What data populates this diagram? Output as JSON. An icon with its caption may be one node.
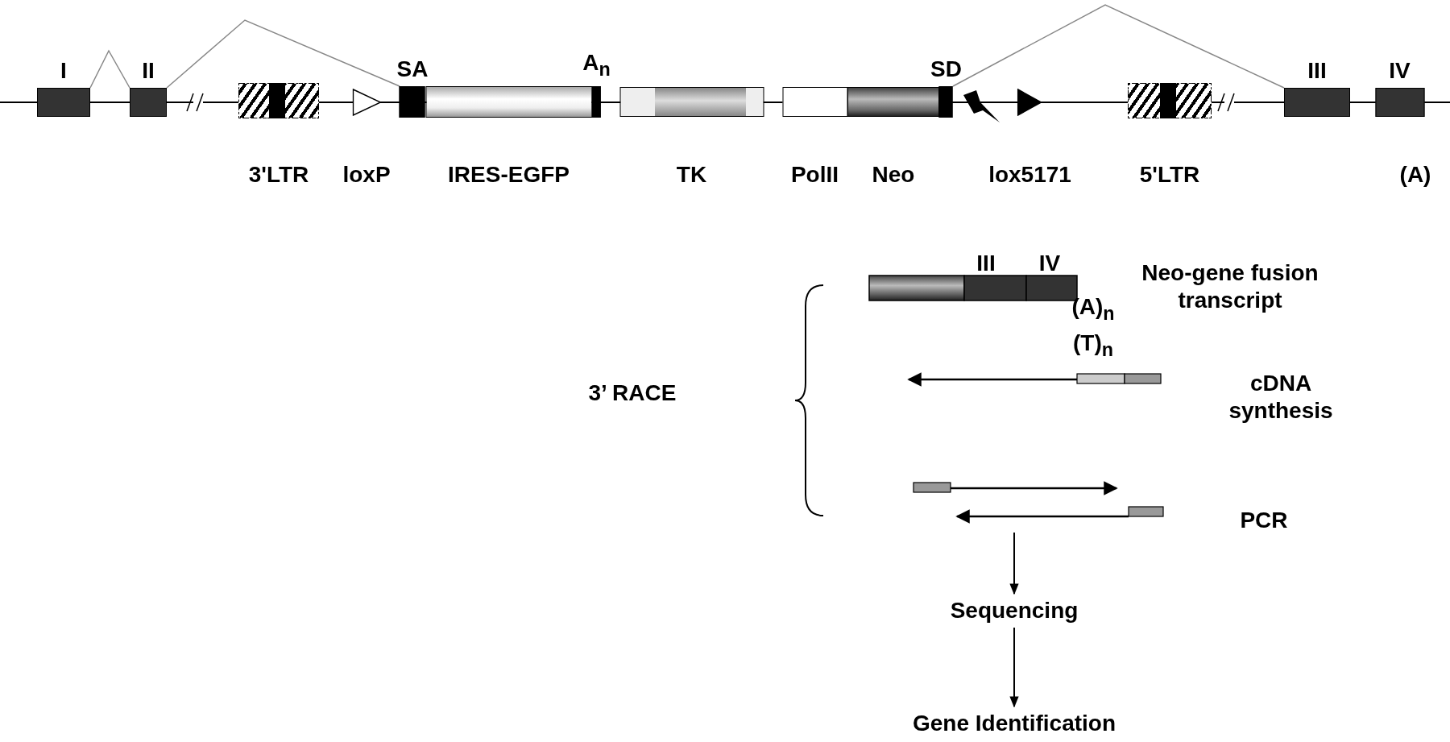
{
  "diagram": {
    "nodes": [
      {
        "text": [
          "I"
        ]
      },
      {
        "text": [
          "II"
        ]
      },
      {
        "text": [
          "3'LTR"
        ]
      },
      {
        "text": [
          "loxP"
        ]
      },
      {
        "text": [
          "SA"
        ]
      },
      {
        "text": [
          "IRES-EGFP"
        ]
      },
      {
        "text": [
          "A$_{n}$"
        ]
      },
      {
        "text": [
          "TK"
        ]
      },
      {
        "text": [
          "PolII"
        ]
      },
      {
        "text": [
          "Neo"
        ]
      },
      {
        "text": [
          "SD"
        ]
      },
      {
        "text": [
          "lox5171"
        ]
      },
      {
        "text": [
          "5'LTR"
        ]
      },
      {
        "text": [
          "III"
        ]
      },
      {
        "text": [
          "IV"
        ]
      },
      {
        "text": [
          "Sequencing"
        ]
      },
      {
        "text": [
          "Gene Identification"
        ]
      }
    ],
    "edges": [
      {
        "from": 0,
        "to": 1,
        "arrow": "none"
      },
      {
        "from": 1,
        "to": 4,
        "arrow": "none"
      },
      {
        "from": 10,
        "to": 13,
        "arrow": "none"
      },
      {
        "from": null,
        "to": 15,
        "arrow": "to",
        "color": "#000000"
      },
      {
        "from": 15,
        "to": 16,
        "arrow": "to",
        "color": "#000000"
      }
    ],
    "labels": [
      "(A)",
      "III",
      "IV",
      "Neo-gene fusion transcript",
      "(A)$_{n}$",
      "(T)$_{n}$",
      "cDNA synthesis",
      "3’ RACE",
      "PCR"
    ]
  }
}
